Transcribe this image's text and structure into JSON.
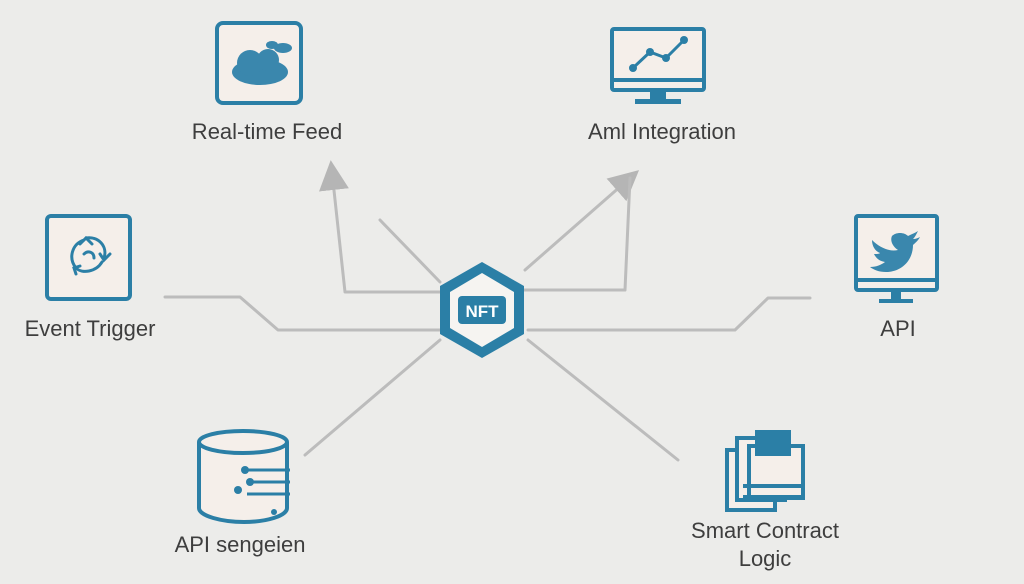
{
  "center": {
    "label": "NFT"
  },
  "nodes": {
    "realtime_feed": {
      "label": "Real-time Feed",
      "icon": "cloud-icon"
    },
    "aml_integration": {
      "label": "Aml Integration",
      "icon": "monitor-chart-icon"
    },
    "event_trigger": {
      "label": "Event Trigger",
      "icon": "recycle-icon"
    },
    "api_twitter": {
      "label": "API",
      "icon": "twitter-monitor-icon"
    },
    "api_sengeien": {
      "label": "API sengeien",
      "icon": "database-icon"
    },
    "smart_contract": {
      "label_line1": "Smart Contract",
      "label_line2": "Logic",
      "icon": "documents-icon"
    }
  },
  "colors": {
    "accent": "#2b7fa6",
    "icon_fill": "#3a87ad",
    "icon_bg": "#f5efea",
    "line": "#b9b9b9",
    "text": "#3e3e3e",
    "background": "#ececea"
  }
}
